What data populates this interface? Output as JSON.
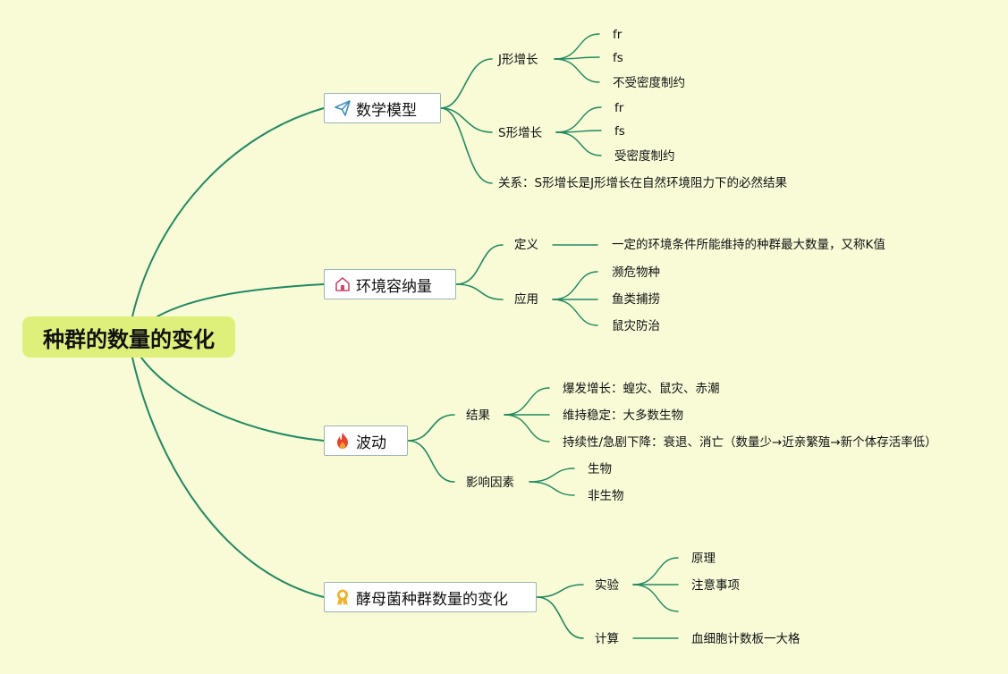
{
  "root": {
    "label": "种群的数量的变化"
  },
  "colors": {
    "edge": "#1f8a62",
    "root_bg": "#dff07a",
    "page_bg": "#f8fbd6"
  },
  "branches": [
    {
      "label": "数学模型",
      "icon": "paper-plane-icon",
      "children": [
        {
          "label": "J形增长",
          "children": [
            "fr",
            "fs",
            "不受密度制约"
          ]
        },
        {
          "label": "S形增长",
          "children": [
            "fr",
            "fs",
            "受密度制约"
          ]
        },
        {
          "label": "关系：S形增长是J形增长在自然环境阻力下的必然结果"
        }
      ]
    },
    {
      "label": "环境容纳量",
      "icon": "house-icon",
      "children": [
        {
          "label": "定义",
          "children": [
            "一定的环境条件所能维持的种群最大数量，又称K值"
          ]
        },
        {
          "label": "应用",
          "children": [
            "濒危物种",
            "鱼类捕捞",
            "鼠灾防治"
          ]
        }
      ]
    },
    {
      "label": "波动",
      "icon": "flame-icon",
      "children": [
        {
          "label": "结果",
          "children": [
            "爆发增长：蝗灾、鼠灾、赤潮",
            "维持稳定：大多数生物",
            "持续性/急剧下降：衰退、消亡（数量少→近亲繁殖→新个体存活率低）"
          ]
        },
        {
          "label": "影响因素",
          "children": [
            "生物",
            "非生物"
          ]
        }
      ]
    },
    {
      "label": "酵母菌种群数量的变化",
      "icon": "award-ribbon-icon",
      "children": [
        {
          "label": "实验",
          "children": [
            "原理",
            "注意事项",
            ""
          ]
        },
        {
          "label": "计算",
          "children": [
            "血细胞计数板一大格"
          ]
        }
      ]
    }
  ]
}
